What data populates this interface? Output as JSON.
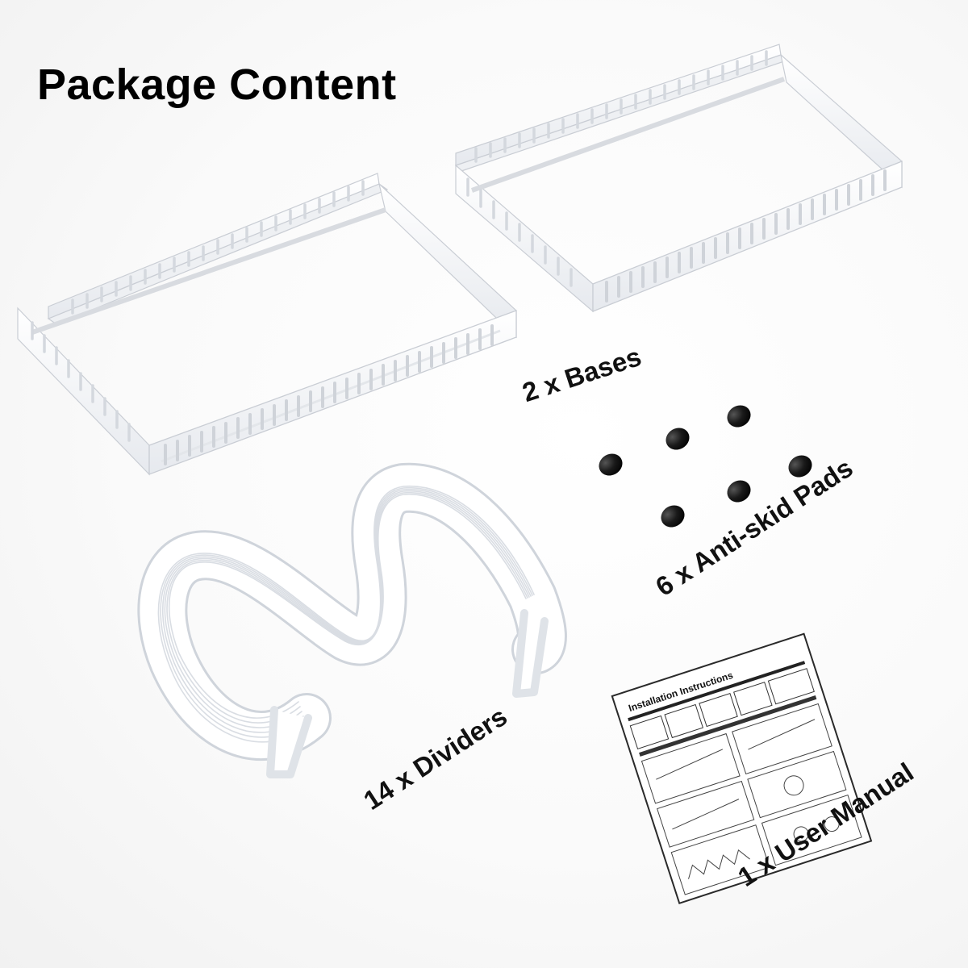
{
  "title": "Package Content",
  "items": {
    "bases": "2 x Bases",
    "pads": "6 x Anti-skid Pads",
    "dividers": "14 x Dividers",
    "manual": "1 x User Manual"
  },
  "manual": {
    "heading": "Installation Instructions"
  },
  "colors": {
    "frame": "#ffffff",
    "frame_shadow": "#d6d9de",
    "pad": "#111111",
    "text": "#000000"
  }
}
